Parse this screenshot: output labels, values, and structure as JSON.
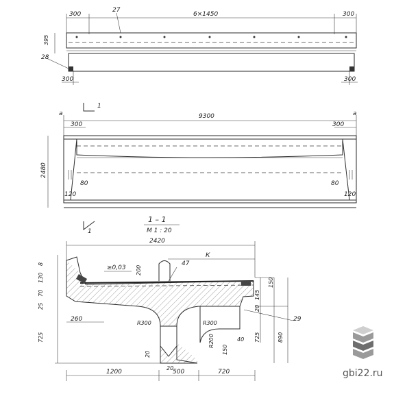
{
  "top_view": {
    "dim_left": "300",
    "dim_mid": "6×1450",
    "dim_right": "300",
    "mark_27": "27",
    "dim_side": "395",
    "mark_28": "28",
    "bottom_left": "300",
    "bottom_right": "300"
  },
  "elevation": {
    "mark_a_left": "a",
    "mark_a_right": "a",
    "section_mark": "1",
    "section_mark_bottom": "1",
    "overall": "9300",
    "left_300": "300",
    "right_300": "300",
    "height": "2480",
    "left_80": "80",
    "right_80": "80",
    "left_120": "120",
    "right_120": "120"
  },
  "section": {
    "title": "1 – 1",
    "scale": "М 1 : 20",
    "width": "2420",
    "k_label": "К",
    "slope": "≥0,03",
    "mark_47": "47",
    "dim_200_top": "200",
    "left_dims": [
      "8",
      "130",
      "70",
      "25"
    ],
    "right_145": "145",
    "right_150": "150",
    "right_20": "20",
    "dim_260": "260",
    "r300_left": "R300",
    "r300_right": "R300",
    "r200": "R200",
    "dim_725_left": "725",
    "dim_725_right": "725",
    "dim_890": "890",
    "dim_40": "40",
    "dim_150": "150",
    "mark_29": "29",
    "dim_20_bottom": "20",
    "dim_20_base": "20",
    "bottom_1200": "1200",
    "bottom_500": "500",
    "bottom_720": "720"
  },
  "watermark": {
    "text": "gbi22.ru",
    "logo_colors": [
      "#cfcfcf",
      "#9a9a9a",
      "#6e6e6e"
    ]
  }
}
